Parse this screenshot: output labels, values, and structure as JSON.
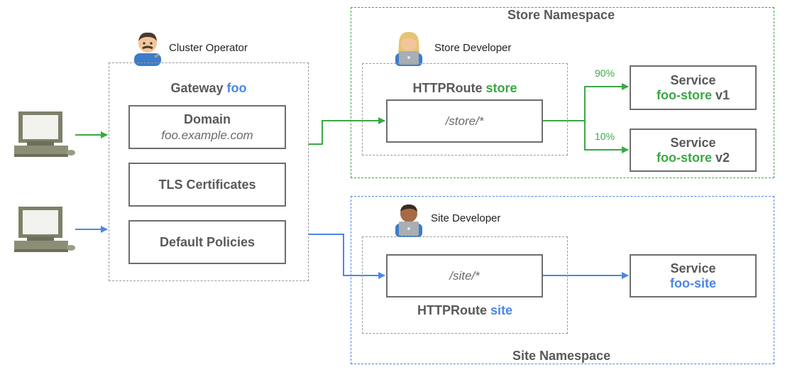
{
  "gateway": {
    "role": "Cluster Operator",
    "title_prefix": "Gateway",
    "title_name": "foo",
    "domain_label": "Domain",
    "domain_value": "foo.example.com",
    "tls_label": "TLS Certificates",
    "policies_label": "Default Policies"
  },
  "store": {
    "namespace_label": "Store Namespace",
    "role": "Store Developer",
    "route_prefix": "HTTPRoute",
    "route_name": "store",
    "path": "/store/*",
    "split_1": "90%",
    "split_2": "10%",
    "service_1_label": "Service",
    "service_1_name": "foo-store",
    "service_1_version": "v1",
    "service_2_label": "Service",
    "service_2_name": "foo-store",
    "service_2_version": "v2"
  },
  "site": {
    "namespace_label": "Site Namespace",
    "role": "Site Developer",
    "route_prefix": "HTTPRoute",
    "route_name": "site",
    "path": "/site/*",
    "service_label": "Service",
    "service_name": "foo-site"
  },
  "colors": {
    "store": "#3aa845",
    "site": "#4a86e8",
    "gray": "#9a9a9a"
  }
}
